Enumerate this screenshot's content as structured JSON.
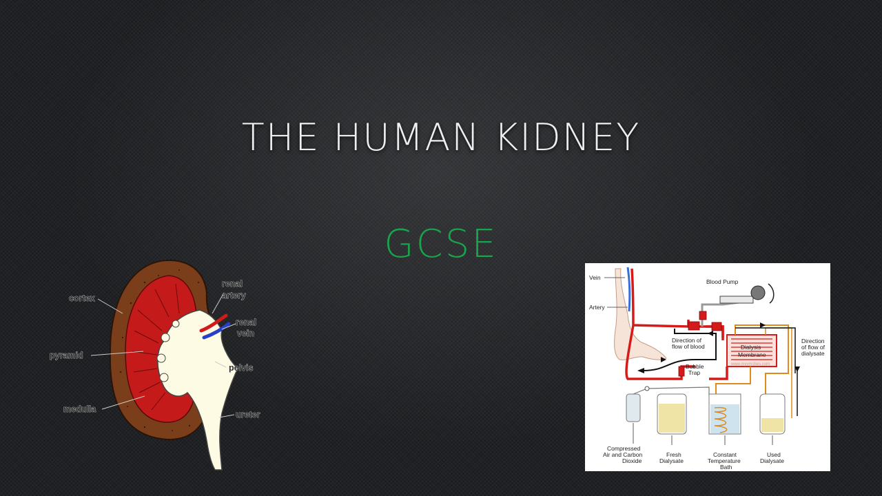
{
  "slide": {
    "title": "THE HUMAN KIDNEY",
    "subtitle": "GCSE",
    "title_color": "#eeeeee",
    "subtitle_color": "#19a34b"
  },
  "kidney_diagram": {
    "labels": {
      "cortex": "cortex",
      "renal_artery_1": "renal",
      "renal_artery_2": "artery",
      "renal_vein_1": "renal",
      "renal_vein_2": "vein",
      "pyramid": "pyramid",
      "pelvis": "pelvis",
      "medulla": "medulla",
      "ureter": "ureter"
    },
    "colors": {
      "cortex": "#7a3f1a",
      "medulla": "#c41a1a",
      "pelvis": "#fdfbe3",
      "artery": "#d11a1a",
      "vein": "#2a3fc9"
    }
  },
  "dialysis_diagram": {
    "labels": {
      "vein": "Vein",
      "artery": "Artery",
      "blood_pump": "Blood Pump",
      "direction_blood_1": "Direction of",
      "direction_blood_2": "flow of blood",
      "dialysis_membrane_1": "Dialysis",
      "dialysis_membrane_2": "Membrane",
      "bubble_trap_1": "Bubble",
      "bubble_trap_2": "Trap",
      "direction_dialysate_1": "Direction",
      "direction_dialysate_2": "of flow of",
      "direction_dialysate_3": "dialysate",
      "compressed_1": "Compressed",
      "compressed_2": "Air and Carbon",
      "compressed_3": "Dioxide",
      "fresh_1": "Fresh",
      "fresh_2": "Dialysate",
      "constant_1": "Constant",
      "constant_2": "Temperature",
      "constant_3": "Bath",
      "used_1": "Used",
      "used_2": "Dialysate",
      "watermark": "www.myvmcbes.com"
    },
    "colors": {
      "blood": "#d61a1a",
      "dialysate": "#e08a1a",
      "vein_tube": "#3a6fd8"
    }
  }
}
